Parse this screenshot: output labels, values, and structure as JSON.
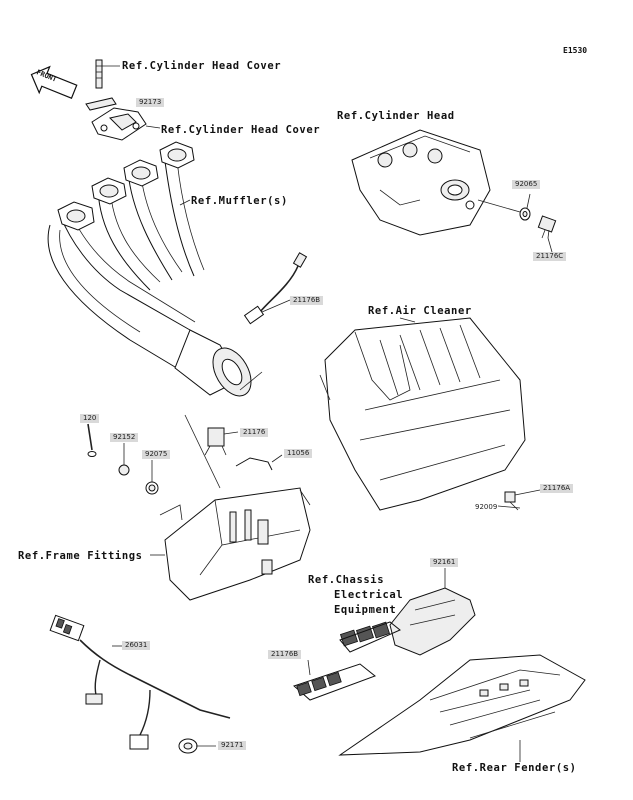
{
  "diagram_code": "E1530",
  "front_label": "FRONT",
  "refs": {
    "cyl_head_cover_1": "Ref.Cylinder Head Cover",
    "cyl_head_cover_2": "Ref.Cylinder Head Cover",
    "cyl_head": "Ref.Cylinder Head",
    "muffler": "Ref.Muffler(s)",
    "air_cleaner": "Ref.Air Cleaner",
    "frame_fittings": "Ref.Frame Fittings",
    "chassis_1": "Ref.Chassis",
    "chassis_2": "Electrical",
    "chassis_3": "Equipment",
    "rear_fender": "Ref.Rear Fender(s)"
  },
  "parts": {
    "p92173": "92173",
    "p92065": "92065",
    "p21176c": "21176C",
    "p21176b_1": "21176B",
    "p120": "120",
    "p92152": "92152",
    "p92075": "92075",
    "p21176": "21176",
    "p11056": "11056",
    "p21176a": "21176A",
    "p92009": "92009",
    "p92161": "92161",
    "p21176b_2": "21176B",
    "p26031": "26031",
    "p92171": "92171"
  }
}
